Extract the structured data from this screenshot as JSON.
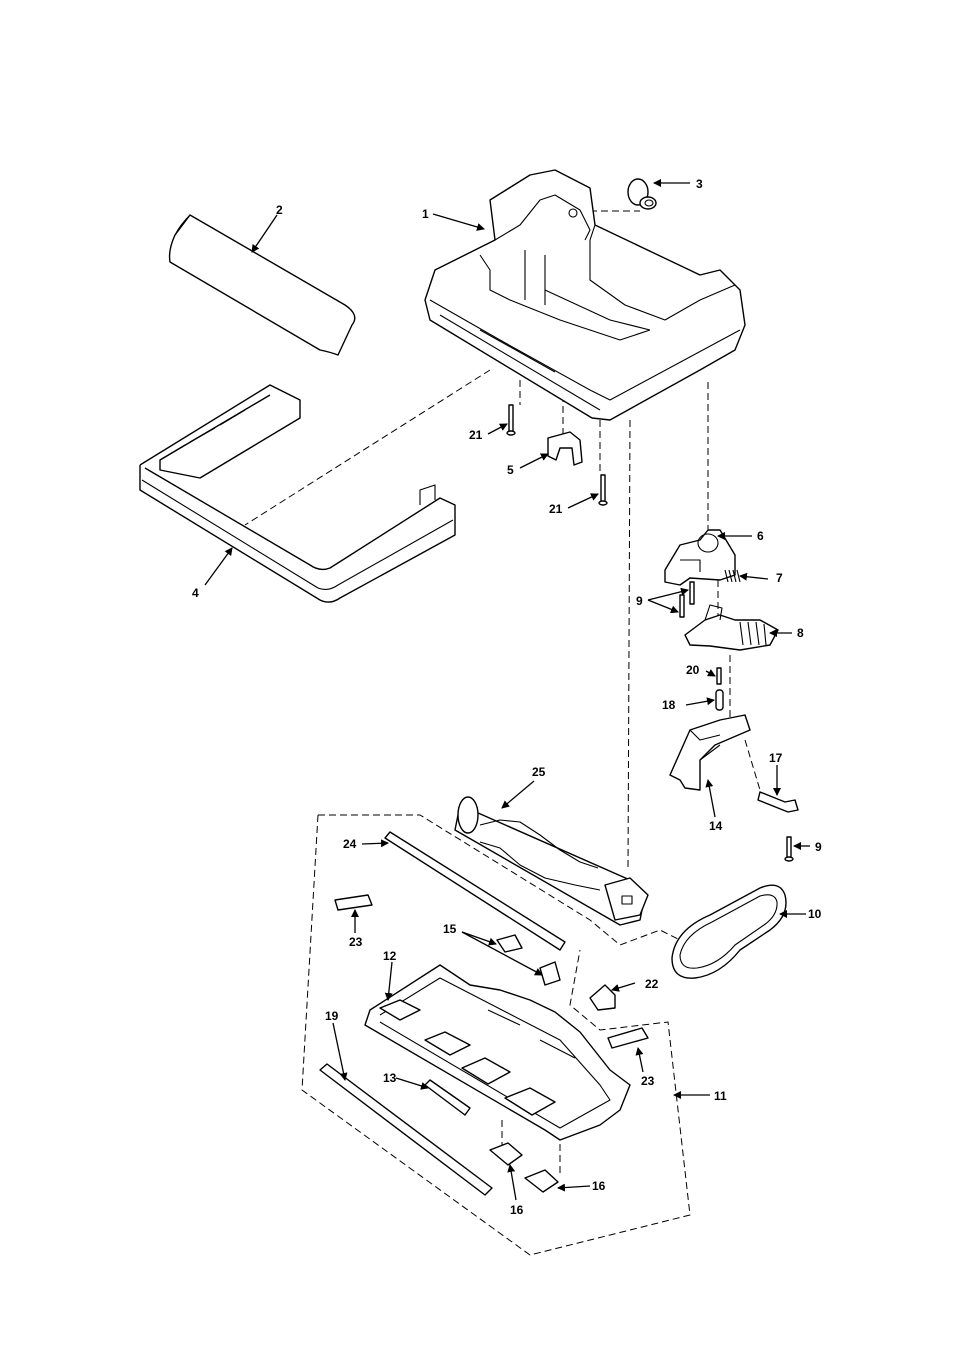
{
  "callouts": {
    "c1": "1",
    "c2": "2",
    "c3": "3",
    "c4": "4",
    "c5": "5",
    "c6": "6",
    "c7": "7",
    "c8": "8",
    "c9a": "9",
    "c9b": "9",
    "c10": "10",
    "c11": "11",
    "c12": "12",
    "c13": "13",
    "c14": "14",
    "c15": "15",
    "c16a": "16",
    "c16b": "16",
    "c17": "17",
    "c18": "18",
    "c19": "19",
    "c20": "20",
    "c21a": "21",
    "c21b": "21",
    "c22": "22",
    "c23a": "23",
    "c23b": "23",
    "c24": "24",
    "c25": "25"
  }
}
